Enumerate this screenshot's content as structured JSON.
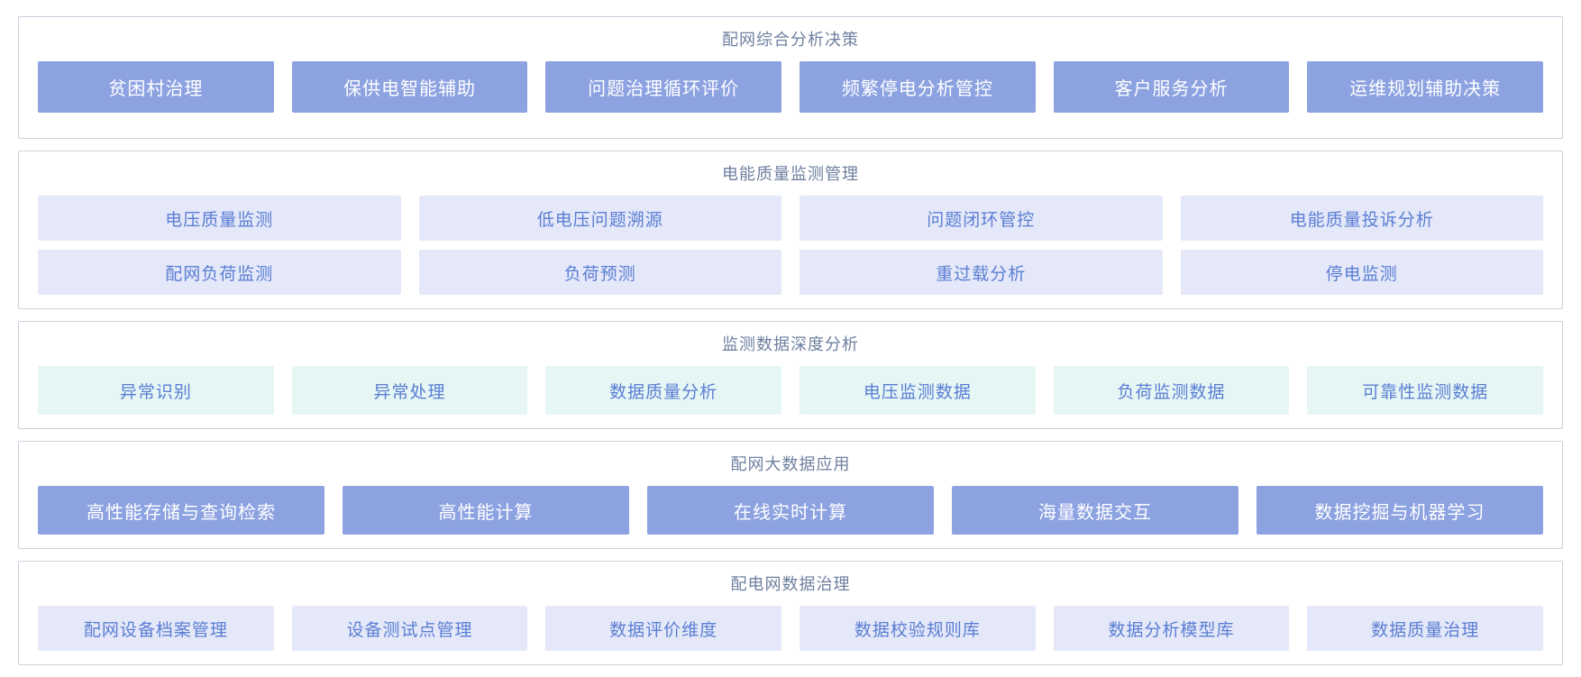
{
  "colors": {
    "panel_border": "#cad2de",
    "title_text": "#6e7f9f",
    "primary_button_bg": "#8ca2e1",
    "primary_button_text": "#ffffff",
    "soft_button_bg": "#e4e8f9",
    "soft_button_text": "#5b7ed3",
    "teal_button_bg": "#e5f6f5",
    "teal_button_text": "#5b7ed3"
  },
  "sections": [
    {
      "title": "配网综合分析决策",
      "style": "primary",
      "rows": [
        [
          "贫困村治理",
          "保供电智能辅助",
          "问题治理循环评价",
          "频繁停电分析管控",
          "客户服务分析",
          "运维规划辅助决策"
        ]
      ]
    },
    {
      "title": "电能质量监测管理",
      "style": "soft",
      "rows": [
        [
          "电压质量监测",
          "低电压问题溯源",
          "问题闭环管控",
          "电能质量投诉分析"
        ],
        [
          "配网负荷监测",
          "负荷预测",
          "重过载分析",
          "停电监测"
        ]
      ]
    },
    {
      "title": "监测数据深度分析",
      "style": "teal",
      "rows": [
        [
          "异常识别",
          "异常处理",
          "数据质量分析",
          "电压监测数据",
          "负荷监测数据",
          "可靠性监测数据"
        ]
      ]
    },
    {
      "title": "配网大数据应用",
      "style": "primary",
      "rows": [
        [
          "高性能存储与查询检索",
          "高性能计算",
          "在线实时计算",
          "海量数据交互",
          "数据挖掘与机器学习"
        ]
      ]
    },
    {
      "title": "配电网数据治理",
      "style": "soft",
      "rows": [
        [
          "配网设备档案管理",
          "设备测试点管理",
          "数据评价维度",
          "数据校验规则库",
          "数据分析模型库",
          "数据质量治理"
        ]
      ]
    }
  ]
}
